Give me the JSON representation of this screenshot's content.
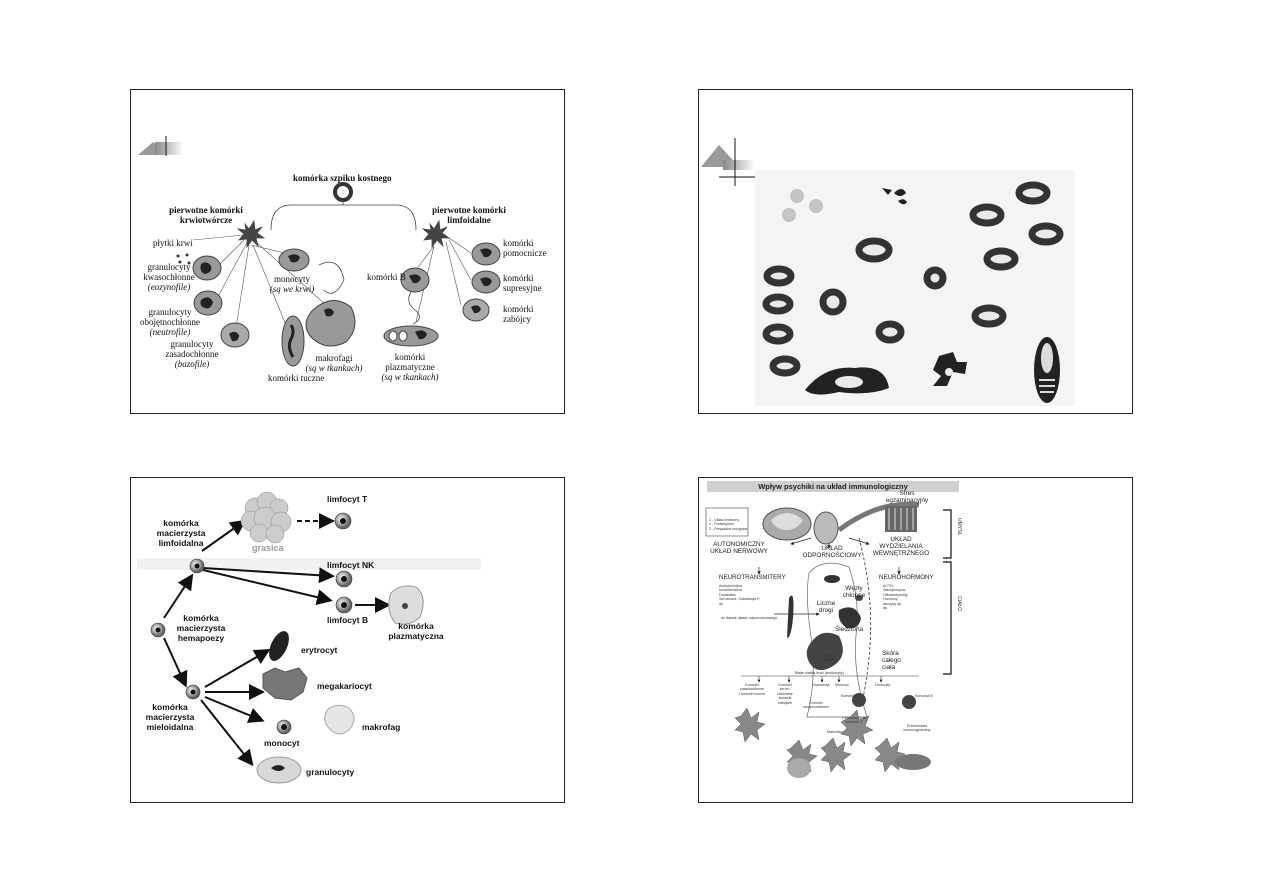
{
  "slide1": {
    "bone_marrow": "komórka szpiku kostnego",
    "myeloid_progenitor": [
      "pierwotne komórki",
      "krwiotwórcze"
    ],
    "lymphoid_progenitor": [
      "pierwotne komórki",
      "limfoidalne"
    ],
    "platelets": "płytki krwi",
    "eosinophils": [
      "granulocyty",
      "kwasochłonne",
      "(eozynofile)"
    ],
    "neutrophils": [
      "granulocyty",
      "obojętnochłonne",
      "(neutrofile)"
    ],
    "basophils": [
      "granulocyty",
      "zasadochłonne",
      "(bazofile)"
    ],
    "monocytes": [
      "monocyty",
      "(są we krwi)"
    ],
    "macrophages": [
      "makrofagi",
      "(są w tkankach)"
    ],
    "mast_cells": "komórki tuczne",
    "b_cells": "komórki B",
    "plasma_cells": [
      "komórki",
      "plazmatyczne",
      "(są w tkankach)"
    ],
    "helper": [
      "komórki",
      "pomocnicze"
    ],
    "suppressor": [
      "komórki",
      "supresyjne"
    ],
    "killer": [
      "komórki",
      "zabójcy"
    ]
  },
  "slide3": {
    "lymphoid_stem": [
      "komórka",
      "macierzysta",
      "limfoidalna"
    ],
    "thymus": "grasica",
    "t_cell": "limfocyt T",
    "nk_cell": "limfocyt NK",
    "b_cell": "limfocyt B",
    "plasma_cell": [
      "komórka",
      "plazmatyczna"
    ],
    "hematopoietic_stem": [
      "komórka",
      "macierzysta",
      "hemapoezy"
    ],
    "erythrocyte": "erytrocyt",
    "megakaryocyte": "megakariocyt",
    "monocyte": "monocyt",
    "macrophage": "makrofag",
    "granulocytes": "granulocyty",
    "myeloid_stem": [
      "komórka",
      "macierzysta",
      "mieloidalna"
    ]
  },
  "slide4": {
    "title": "Wpływ psychiki na układ immunologiczny",
    "stress": [
      "Stres",
      "egzaminacyjny"
    ],
    "brain_legend": [
      "1 - Układ limbiczny",
      "2 - Podwzgórze",
      "3 - Przysadka mózgowa"
    ],
    "autonomic": [
      "AUTONOMICZNY",
      "UKŁAD NERWOWY"
    ],
    "immune": [
      "UKŁAD",
      "ODPORNOŚCIOWY"
    ],
    "endocrine": [
      "UKŁAD",
      "WYDZIELANIA",
      "WEWNĘTRZNEGO"
    ],
    "neurotransmitters": "NEUROTRANSMITERY",
    "neurotransmitter_list": [
      "Acetylocholina,",
      "Noradrenalina,",
      "Dopamina,",
      "Serotonina, Substancja P,",
      "itp."
    ],
    "neurohormones": "NEUROHORMONY",
    "neurohormone_list": [
      "ACTH,",
      "Wazopresyna,",
      "Glikokortykoidy,",
      "Hormony",
      "tarczycy itp.",
      "itp."
    ],
    "to_tissues": "do tkanek układu odpornościowego",
    "lymph_nodes": [
      "Węzły",
      "chłonne"
    ],
    "tonsils": [
      "Liczne",
      "drogi"
    ],
    "spleen": "Śledziona",
    "peyer": [
      "Kępki",
      "Peyer'a"
    ],
    "skin": [
      "Skóra",
      "całego",
      "ciała"
    ],
    "leukocytes": "Białe ciałka krwi (leukocyty)",
    "mast_and_basophils": [
      "Komórki",
      "zasadochłonne",
      "i komórki tuczne"
    ],
    "killers": [
      "Komórki",
      "żerne i",
      "Naturalne",
      "komórki",
      "zabójcze"
    ],
    "granulocyte": "Granulocyt",
    "monocyte": "Monocyt",
    "lymphocytes": "Limfocyty",
    "neutrophils": [
      "Komórki",
      "obojętnochłonne"
    ],
    "cell_t": "Komórka T",
    "cell_b": "Komórka B",
    "macrophages": "Makrofagi",
    "cytotoxic": [
      "Cytotoksyczna",
      "komórka T"
    ],
    "antibodies": [
      "Przeciwciała",
      "immunoglobuliny"
    ],
    "side_top": "UMYSŁ",
    "side_bottom": "CIAŁO"
  }
}
